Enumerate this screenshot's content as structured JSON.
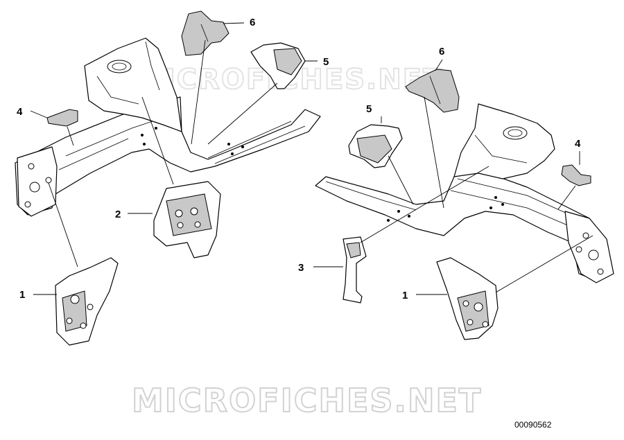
{
  "watermark": {
    "bottom": "MICROFICHES.NET",
    "top": "MICROFICHES.NET"
  },
  "document_number": "00090562",
  "callouts": {
    "left": [
      "1",
      "2",
      "4",
      "5",
      "6"
    ],
    "right": [
      "1",
      "3",
      "4",
      "5",
      "6"
    ]
  }
}
